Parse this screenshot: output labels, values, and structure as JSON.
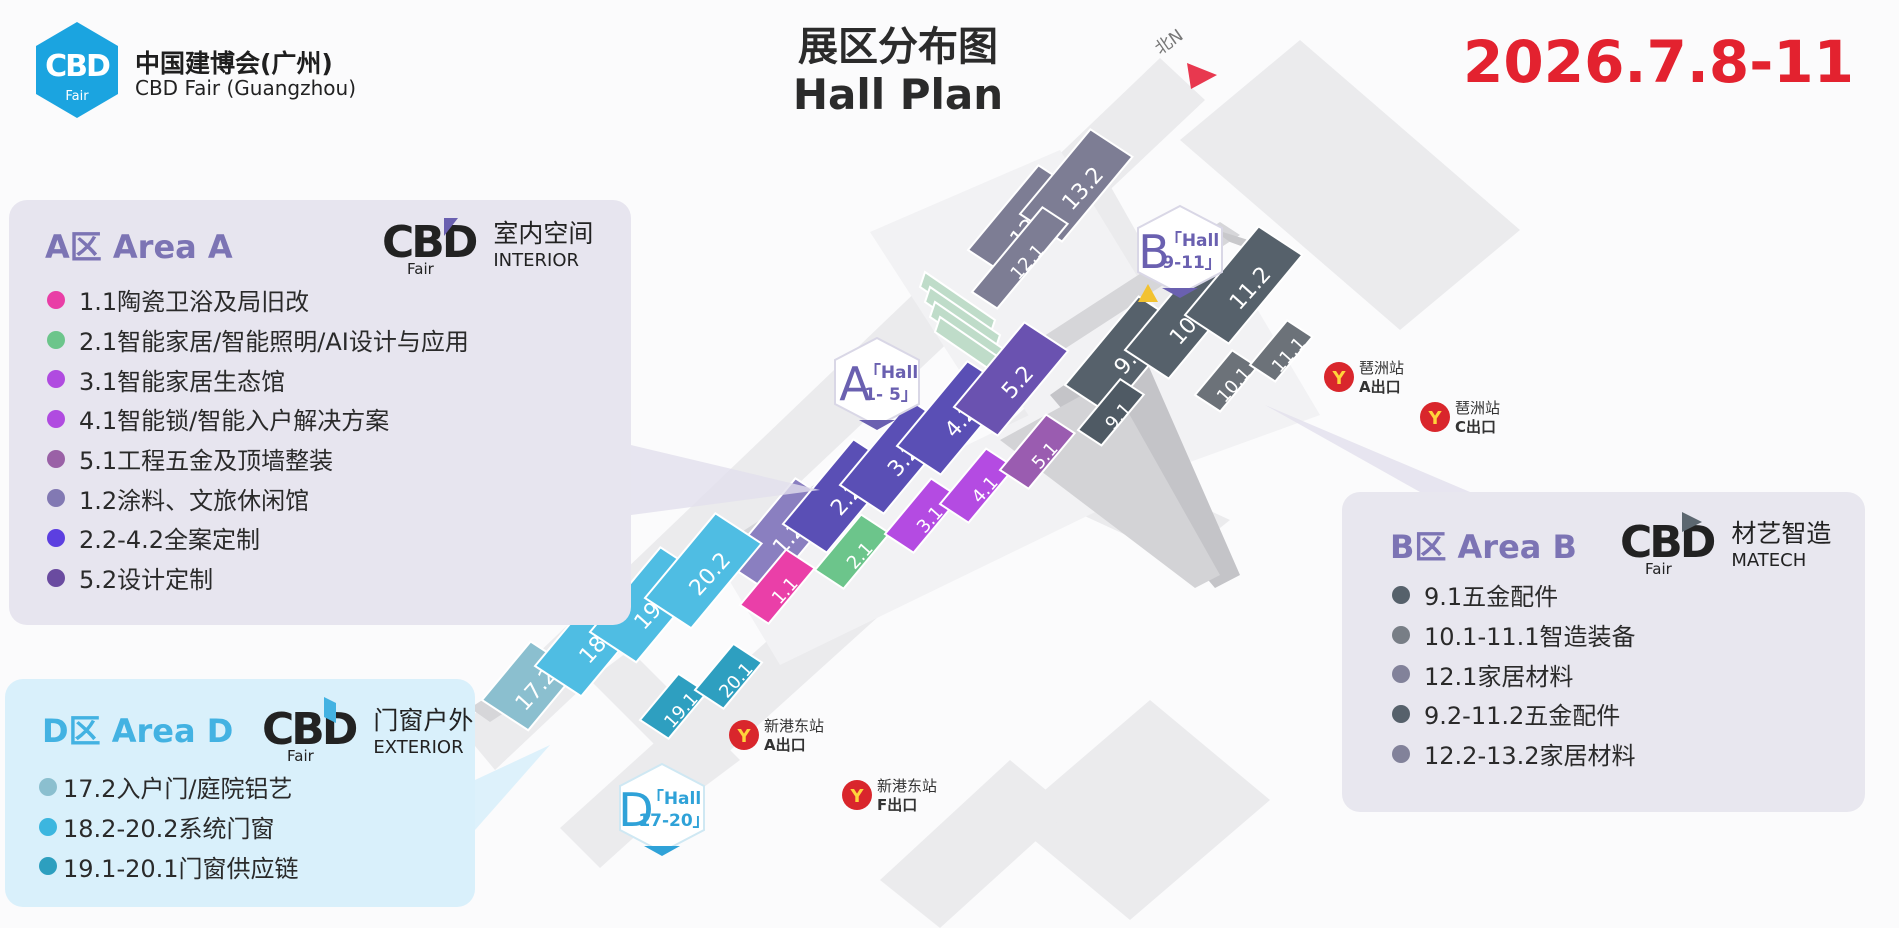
{
  "header": {
    "logo_text": "CBD",
    "logo_sub": "Fair",
    "logo_name_zh": "中国建博会(广州)",
    "logo_name_en": "CBD Fair (Guangzhou)",
    "title_zh": "展区分布图",
    "title_en": "Hall Plan",
    "dates": "2026.7.8-11",
    "north_label": "北N"
  },
  "colors": {
    "accent_red": "#e3222f",
    "logo_blue": "#1ba4e0"
  },
  "areas": {
    "a": {
      "title": "A区 Area A",
      "title_color": "#7c74b4",
      "brand_text": "CBD",
      "brand_sub": "Fair",
      "brand_zh": "室内空间",
      "brand_en": "INTERIOR",
      "items": [
        {
          "label": "1.1陶瓷卫浴及局旧改",
          "color": "#e93ea6"
        },
        {
          "label": "2.1智能家居/智能照明/AI设计与应用",
          "color": "#6cc58b"
        },
        {
          "label": "3.1智能家居生态馆",
          "color": "#b04be0"
        },
        {
          "label": "4.1智能锁/智能入户解决方案",
          "color": "#b04be0"
        },
        {
          "label": "5.1工程五金及顶墙整装",
          "color": "#9a61a6"
        },
        {
          "label": "1.2涂料、文旅休闲馆",
          "color": "#8279b3"
        },
        {
          "label": "2.2-4.2全案定制",
          "color": "#5c3fe0"
        },
        {
          "label": "5.2设计定制",
          "color": "#6a4ba0"
        }
      ]
    },
    "b": {
      "title": "B区 Area B",
      "title_color": "#7c74b4",
      "brand_text": "CBD",
      "brand_sub": "Fair",
      "brand_zh": "材艺智造",
      "brand_en": "MATECH",
      "items": [
        {
          "label": "9.1五金配件",
          "color": "#56616b"
        },
        {
          "label": "10.1-11.1智造装备",
          "color": "#787e86"
        },
        {
          "label": "12.1家居材料",
          "color": "#82829a"
        },
        {
          "label": "9.2-11.2五金配件",
          "color": "#56616b"
        },
        {
          "label": "12.2-13.2家居材料",
          "color": "#82829a"
        }
      ]
    },
    "d": {
      "title": "D区 Area D",
      "title_color": "#43b2e2",
      "brand_text": "CBD",
      "brand_sub": "Fair",
      "brand_zh": "门窗户外",
      "brand_en": "EXTERIOR",
      "items": [
        {
          "label": "17.2入户门/庭院铝艺",
          "color": "#8bbfcf"
        },
        {
          "label": "18.2-20.2系统门窗",
          "color": "#3cb6df"
        },
        {
          "label": "19.1-20.1门窗供应链",
          "color": "#2d9fbf"
        }
      ]
    }
  },
  "hall_badges": [
    {
      "letter": "A",
      "label": "「Hall 1-5」",
      "line1": "「Hall",
      "line2": "1- 5」",
      "color": "#6a60b0"
    },
    {
      "letter": "B",
      "label": "「Hall 9-11」",
      "line1": "「Hall",
      "line2": "9-11」",
      "color": "#6a60b0"
    },
    {
      "letter": "D",
      "label": "「Hall 17-20」",
      "line1": "「Hall",
      "line2": "17-20」",
      "color": "#2fa2d8"
    }
  ],
  "halls": [
    {
      "label": "1.2",
      "color": "#8a7fc0"
    },
    {
      "label": "2.2",
      "color": "#5a4fb5"
    },
    {
      "label": "3.2",
      "color": "#5a4fb5"
    },
    {
      "label": "4.2",
      "color": "#5a4fb5"
    },
    {
      "label": "5.2",
      "color": "#6a52b0"
    },
    {
      "label": "1.1",
      "color": "#ea3fa8"
    },
    {
      "label": "2.1",
      "color": "#6cc58b"
    },
    {
      "label": "3.1",
      "color": "#b44be2"
    },
    {
      "label": "4.1",
      "color": "#b44be2"
    },
    {
      "label": "5.1",
      "color": "#9a5cb0"
    },
    {
      "label": "17.2",
      "color": "#8bbfcf"
    },
    {
      "label": "18.2",
      "color": "#4fbde3"
    },
    {
      "label": "19.2",
      "color": "#4fbde3"
    },
    {
      "label": "20.2",
      "color": "#4fbde3"
    },
    {
      "label": "19.1",
      "color": "#2e9fc0"
    },
    {
      "label": "20.1",
      "color": "#2e9fc0"
    },
    {
      "label": "9.2",
      "color": "#56616b"
    },
    {
      "label": "10.2",
      "color": "#56616b"
    },
    {
      "label": "11.2",
      "color": "#56616b"
    },
    {
      "label": "9.1",
      "color": "#4f5a64"
    },
    {
      "label": "10.1",
      "color": "#6c7279"
    },
    {
      "label": "11.1",
      "color": "#6c7279"
    },
    {
      "label": "12.2",
      "color": "#7d7d94"
    },
    {
      "label": "13.2",
      "color": "#7d7d94"
    },
    {
      "label": "12.1",
      "color": "#7d7d94"
    }
  ],
  "metro_stations": [
    {
      "name": "琶洲站",
      "exit": "A出口"
    },
    {
      "name": "琶洲站",
      "exit": "C出口"
    },
    {
      "name": "新港东站",
      "exit": "A出口"
    },
    {
      "name": "新港东站",
      "exit": "F出口"
    }
  ],
  "metro_color": "#d9262c"
}
